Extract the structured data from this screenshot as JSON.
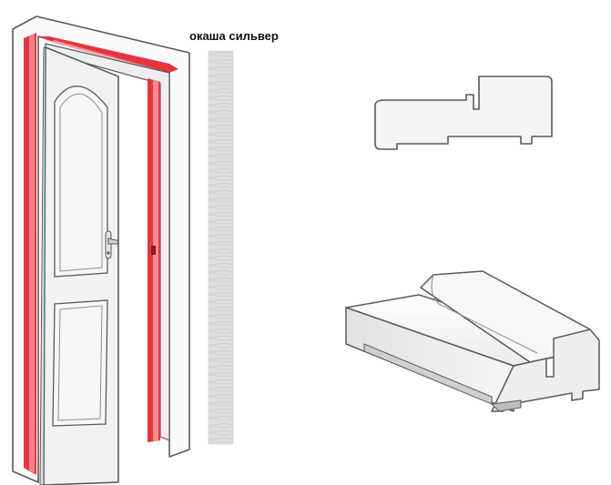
{
  "swatch": {
    "label": "окаша сильвер"
  },
  "colors": {
    "highlight": "#e8333f",
    "highlight_light": "#f3a5aa",
    "outline": "#5a5a5a",
    "panel_fill": "#f2f2f2",
    "profile_fill": "#f4f4f4",
    "swatch_base": "#d9d9d9"
  },
  "icons": [
    "door-illustration",
    "door-handle-icon",
    "wood-texture-swatch",
    "frame-profile-section",
    "frame-profile-3d"
  ]
}
